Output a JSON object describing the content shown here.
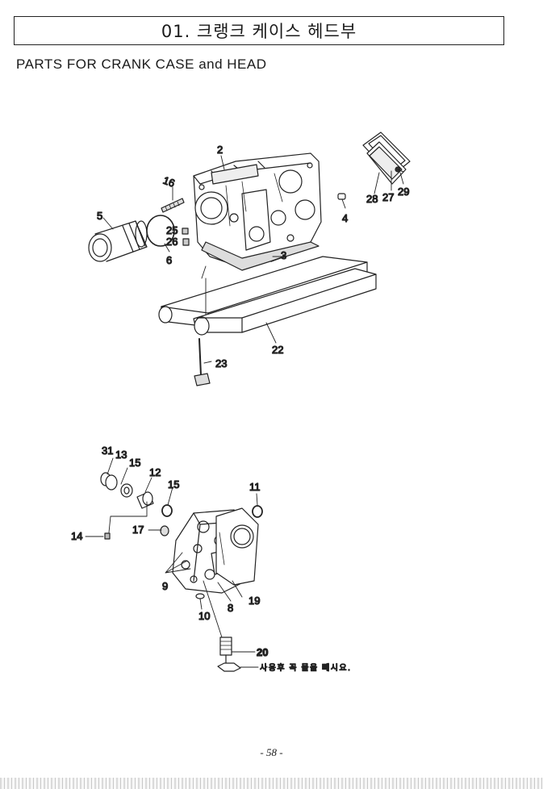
{
  "header": {
    "title": "01. 크랭크 케이스 헤드부",
    "subtitle": "PARTS FOR CRANK CASE and HEAD"
  },
  "diagram": {
    "labels": {
      "l2": "2",
      "l3": "3",
      "l4": "4",
      "l5": "5",
      "l6": "6",
      "l16": "16",
      "l22": "22",
      "l23": "23",
      "l25": "25",
      "l26": "26",
      "l27": "27",
      "l28": "28",
      "l29": "29",
      "l31": "31",
      "l13": "13",
      "l15a": "15",
      "l12": "12",
      "l15b": "15",
      "l11": "11",
      "l14": "14",
      "l17": "17",
      "l9": "9",
      "l8": "8",
      "l10": "10",
      "l19": "19",
      "l20": "20"
    },
    "note": "사용후 꼭 물을 빼시요."
  },
  "footer": {
    "page_number": "- 58 -"
  }
}
